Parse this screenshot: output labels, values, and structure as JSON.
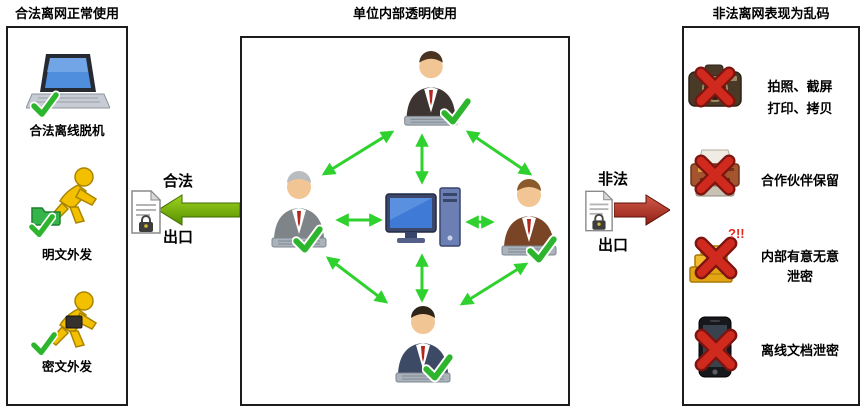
{
  "left_panel": {
    "title": "合法离网正常使用",
    "items": [
      {
        "icon": "laptop-check-icon",
        "label": "合法离线脱机"
      },
      {
        "icon": "person-outbound-plain-icon",
        "label": "明文外发"
      },
      {
        "icon": "person-outbound-cipher-icon",
        "label": "密文外发"
      }
    ]
  },
  "center_panel": {
    "title": "单位内部透明使用",
    "nodes": [
      "office-worker-top",
      "office-worker-left",
      "office-worker-right",
      "office-worker-bottom",
      "central-computer"
    ],
    "connector_color": "#2ed12e"
  },
  "exits": {
    "legal": {
      "word1": "合法",
      "word2": "出口",
      "icon": "encrypted-document-icon",
      "arrow_color": "#6aa700",
      "direction": "left"
    },
    "illegal": {
      "word1": "非法",
      "word2": "出口",
      "icon": "encrypted-document-icon",
      "arrow_color": "#a5281b",
      "direction": "right"
    }
  },
  "right_panel": {
    "title": "非法离网表现为乱码",
    "items": [
      {
        "icon": "camera-x-icon",
        "lines": [
          "拍照、截屏",
          "打印、拷贝"
        ]
      },
      {
        "icon": "printer-x-icon",
        "lines": [
          "合作伙伴保留"
        ]
      },
      {
        "icon": "leak-x-icon",
        "lines": [
          "内部有意无意",
          "泄密"
        ],
        "overlay_text": "?!!"
      },
      {
        "icon": "phone-x-icon",
        "lines": [
          "离线文档泄密"
        ]
      }
    ]
  },
  "colors": {
    "check_green": "#2db52d",
    "x_red": "#cf2a1d",
    "connector_green": "#2ed12e"
  }
}
